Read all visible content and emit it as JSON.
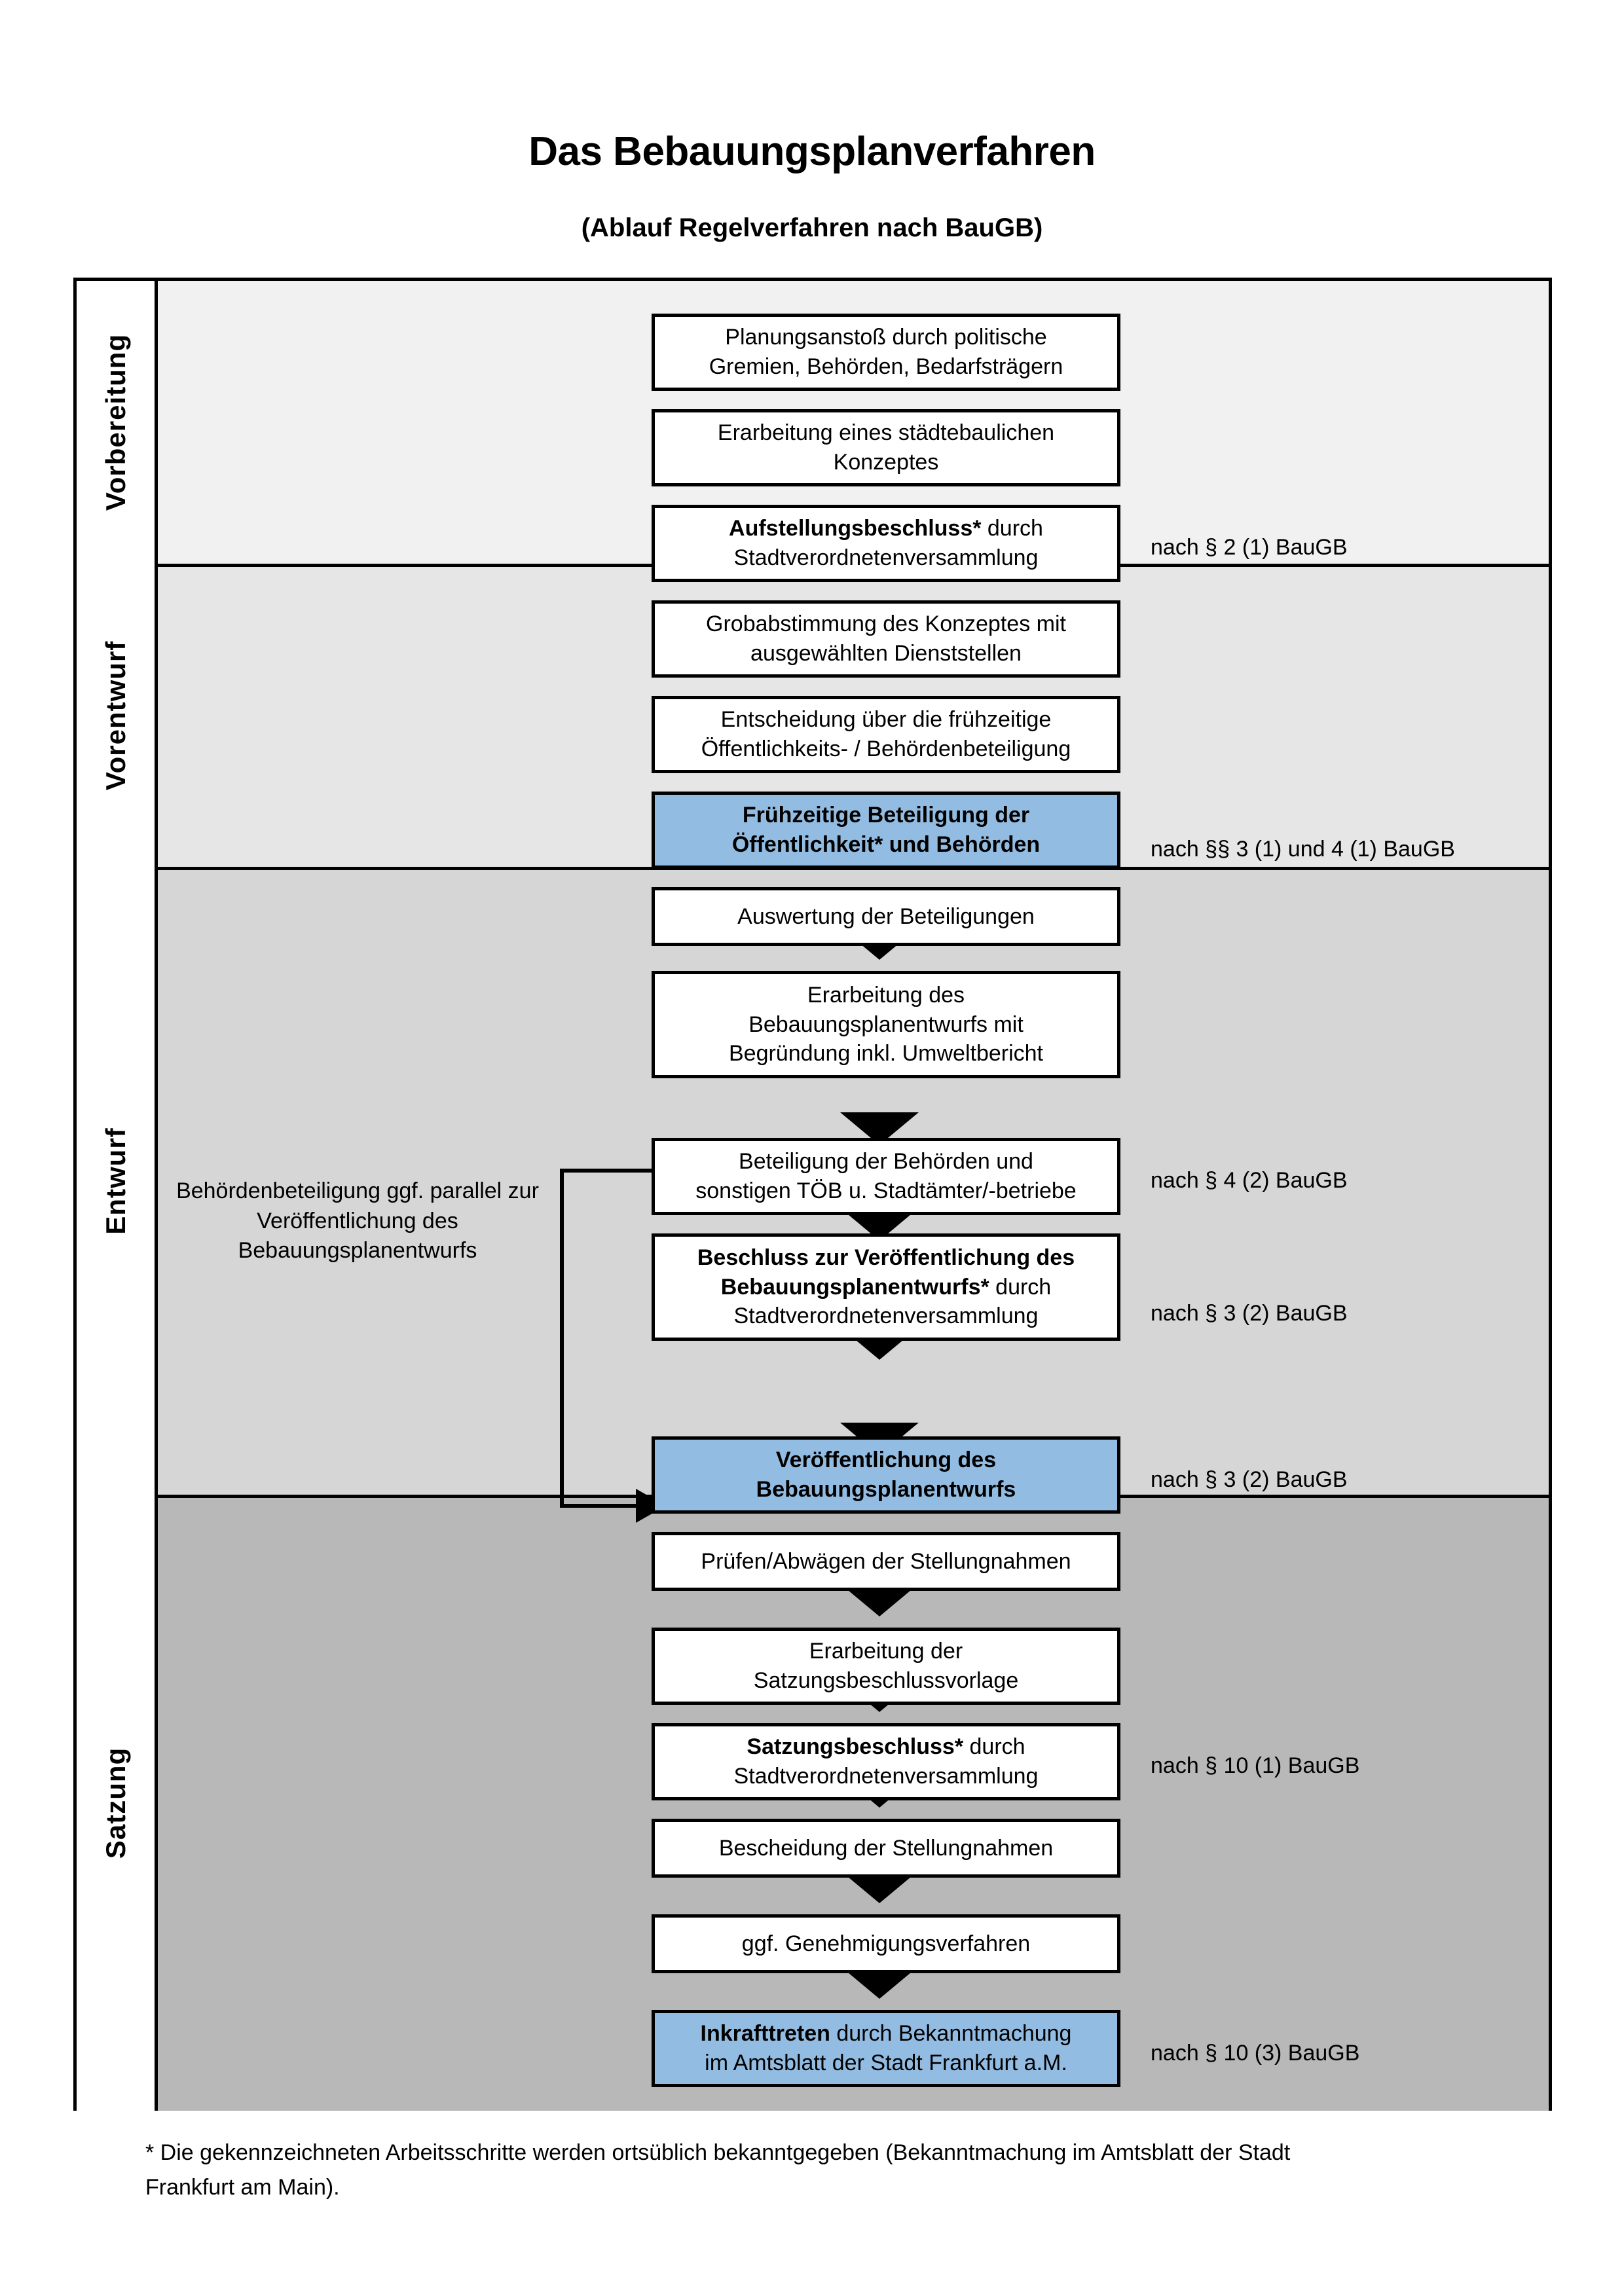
{
  "header": {
    "title": "Das Bebauungsplanverfahren",
    "subtitle": "(Ablauf Regelverfahren nach BauGB)"
  },
  "colors": {
    "highlight_blue": "#93bce2",
    "band_vorbereitung": "#f1f1f1",
    "band_vorentwurf": "#e6e6e6",
    "band_entwurf": "#d6d6d6",
    "band_satzung": "#b8b8b8",
    "frame_stroke": "#000000"
  },
  "phases": [
    {
      "key": "vorbereitung",
      "label": "Vorbereitung"
    },
    {
      "key": "vorentwurf",
      "label": "Vorentwurf"
    },
    {
      "key": "entwurf",
      "label": "Entwurf"
    },
    {
      "key": "satzung",
      "label": "Satzung"
    }
  ],
  "steps": [
    {
      "id": 1,
      "phase": "vorbereitung",
      "highlight": false,
      "lines": [
        {
          "text": "Planungsanstoß durch politische",
          "bold": false
        },
        {
          "text": "Gremien, Behörden, Bedarfsträgern",
          "bold": false
        }
      ]
    },
    {
      "id": 2,
      "phase": "vorbereitung",
      "highlight": false,
      "lines": [
        {
          "text": "Erarbeitung eines städtebaulichen",
          "bold": false
        },
        {
          "text": "Konzeptes",
          "bold": false
        }
      ]
    },
    {
      "id": 3,
      "phase": "vorbereitung",
      "highlight": false,
      "lines": [
        {
          "text": "Aufstellungsbeschluss*",
          "bold": true,
          "suffix": " durch"
        },
        {
          "text": "Stadtverordnetenversammlung",
          "bold": false
        }
      ]
    },
    {
      "id": 4,
      "phase": "vorentwurf",
      "highlight": false,
      "lines": [
        {
          "text": "Grobabstimmung des Konzeptes mit",
          "bold": false
        },
        {
          "text": "ausgewählten Dienststellen",
          "bold": false
        }
      ]
    },
    {
      "id": 5,
      "phase": "vorentwurf",
      "highlight": false,
      "lines": [
        {
          "text": "Entscheidung über die frühzeitige",
          "bold": false
        },
        {
          "text": "Öffentlichkeits- / Behördenbeteiligung",
          "bold": false
        }
      ]
    },
    {
      "id": 6,
      "phase": "vorentwurf",
      "highlight": true,
      "lines": [
        {
          "text": "Frühzeitige Beteiligung der",
          "bold": true
        },
        {
          "text": "Öffentlichkeit* und Behörden",
          "bold": true
        }
      ]
    },
    {
      "id": 7,
      "phase": "entwurf",
      "highlight": false,
      "lines": [
        {
          "text": "Auswertung der Beteiligungen",
          "bold": false
        }
      ]
    },
    {
      "id": 8,
      "phase": "entwurf",
      "highlight": false,
      "lines": [
        {
          "text": "Erarbeitung des",
          "bold": false
        },
        {
          "text": "Bebauungsplanentwurfs mit",
          "bold": false
        },
        {
          "text": "Begründung inkl. Umweltbericht",
          "bold": false
        }
      ]
    },
    {
      "id": 9,
      "phase": "entwurf",
      "highlight": false,
      "lines": [
        {
          "text": "Beteiligung der Behörden und",
          "bold": false
        },
        {
          "text": "sonstigen TÖB u. Stadtämter/-betriebe",
          "bold": false
        }
      ]
    },
    {
      "id": 10,
      "phase": "entwurf",
      "highlight": false,
      "lines": [
        {
          "text": "Beschluss zur Veröffentlichung des",
          "bold": true
        },
        {
          "text": "Bebauungsplanentwurfs*",
          "bold": true,
          "suffix": " durch"
        },
        {
          "text": "Stadtverordnetenversammlung",
          "bold": false
        }
      ]
    },
    {
      "id": 11,
      "phase": "entwurf",
      "highlight": true,
      "lines": [
        {
          "text": "Veröffentlichung des",
          "bold": true
        },
        {
          "text": "Bebauungsplanentwurfs",
          "bold": true
        }
      ]
    },
    {
      "id": 12,
      "phase": "satzung",
      "highlight": false,
      "lines": [
        {
          "text": "Prüfen/Abwägen der Stellungnahmen",
          "bold": false
        }
      ]
    },
    {
      "id": 13,
      "phase": "satzung",
      "highlight": false,
      "lines": [
        {
          "text": "Erarbeitung der",
          "bold": false
        },
        {
          "text": "Satzungsbeschlussvorlage",
          "bold": false
        }
      ]
    },
    {
      "id": 14,
      "phase": "satzung",
      "highlight": false,
      "lines": [
        {
          "text": "Satzungsbeschluss*",
          "bold": true,
          "suffix": " durch"
        },
        {
          "text": "Stadtverordnetenversammlung",
          "bold": false
        }
      ]
    },
    {
      "id": 15,
      "phase": "satzung",
      "highlight": false,
      "lines": [
        {
          "text": "Bescheidung der Stellungnahmen",
          "bold": false
        }
      ]
    },
    {
      "id": 16,
      "phase": "satzung",
      "highlight": false,
      "lines": [
        {
          "text": "ggf. Genehmigungsverfahren",
          "bold": false
        }
      ]
    },
    {
      "id": 17,
      "phase": "satzung",
      "highlight": true,
      "lines": [
        {
          "text": "Inkrafttreten",
          "bold": true,
          "suffix": " durch Bekanntmachung"
        },
        {
          "text": "im Amtsblatt der Stadt Frankfurt a.M.",
          "bold": false
        }
      ]
    }
  ],
  "legal_refs": [
    {
      "id": "ref1",
      "text": "nach § 2 (1) BauGB",
      "for_step": 3
    },
    {
      "id": "ref2",
      "text": "nach §§ 3 (1) und 4 (1) BauGB",
      "for_step": 6
    },
    {
      "id": "ref3",
      "text": "nach § 4 (2) BauGB",
      "for_step": 9
    },
    {
      "id": "ref4",
      "text": "nach § 3 (2) BauGB",
      "for_step": 10
    },
    {
      "id": "ref5",
      "text": "nach § 3 (2) BauGB",
      "for_step": 11
    },
    {
      "id": "ref6",
      "text": "nach § 10 (1) BauGB",
      "for_step": 14
    },
    {
      "id": "ref7",
      "text": "nach § 10 (3) BauGB",
      "for_step": 17
    }
  ],
  "side_note": {
    "line1": "Behördenbeteiligung",
    "line2": "ggf. parallel zur",
    "line3": "Veröffentlichung des",
    "line4": "Bebauungsplanentwurfs"
  },
  "footnote": {
    "line1": "* Die gekennzeichneten Arbeitsschritte werden ortsüblich bekanntgegeben (Bekanntmachung im Amtsblatt  der Stadt",
    "line2": "Frankfurt am Main)."
  }
}
